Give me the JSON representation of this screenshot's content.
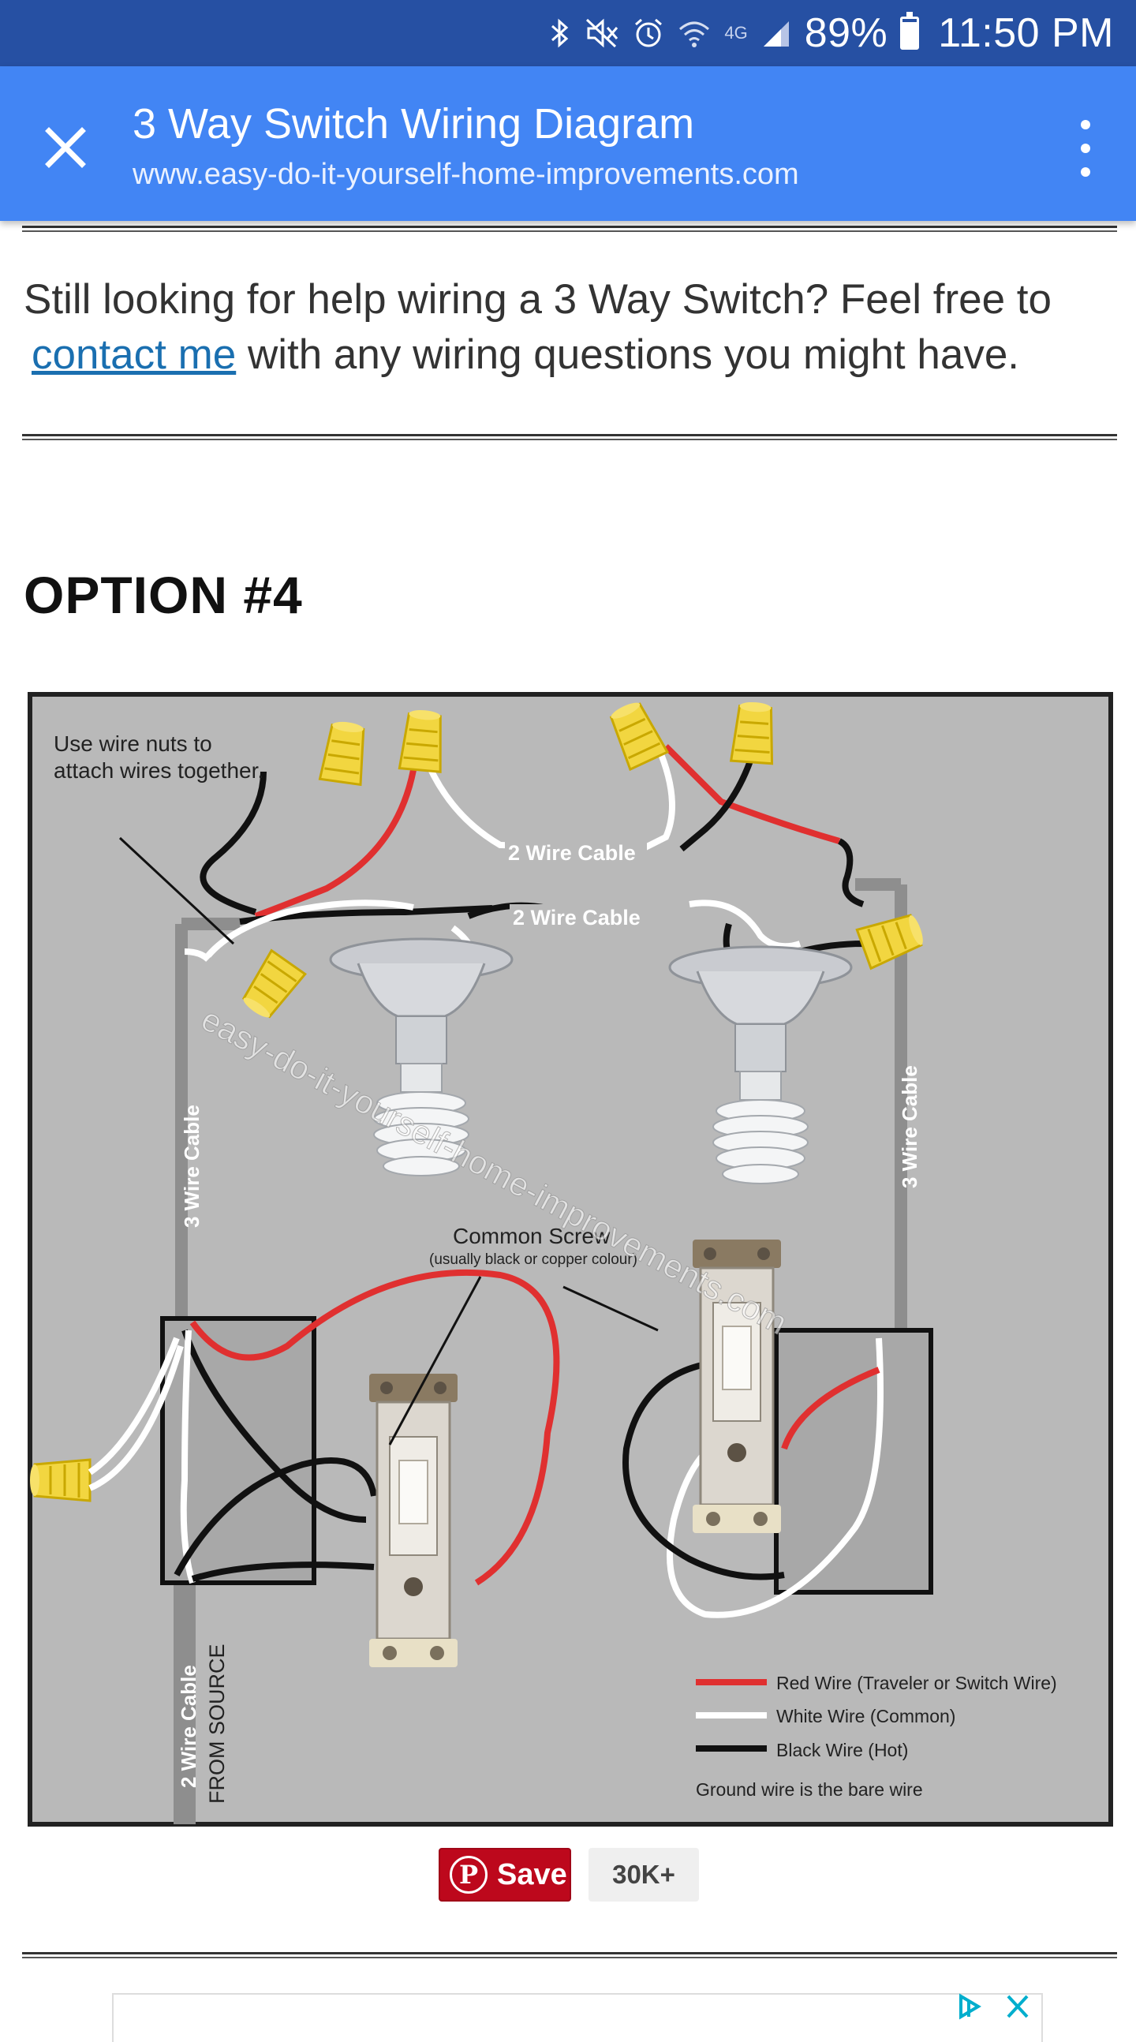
{
  "status_bar": {
    "battery_percent": "89%",
    "battery_level": 0.89,
    "time": "11:50 PM",
    "icons": [
      "bluetooth-icon",
      "mute-icon",
      "alarm-icon",
      "wifi-icon",
      "4g-lte-icon",
      "cell-signal-icon",
      "battery-icon"
    ],
    "network_label": "4G"
  },
  "app_bar": {
    "title": "3 Way Switch Wiring Diagram",
    "url": "www.easy-do-it-yourself-home-improvements.com",
    "close_icon": "close-icon",
    "menu_icon": "more-vert-icon"
  },
  "article": {
    "paragraph_before": "Still looking for help wiring a 3 Way Switch?  Feel free to",
    "link_text": "contact me",
    "paragraph_after": " with any wiring questions you might have.",
    "heading": "OPTION #4"
  },
  "diagram": {
    "callout_nuts": [
      "Use wire nuts to",
      "attach wires together."
    ],
    "cable_top_1": "2 Wire Cable",
    "cable_top_2": "2 Wire Cable",
    "cable_left": "3 Wire Cable",
    "cable_right": "3 Wire Cable",
    "cable_bottom": "2 Wire Cable",
    "from_source": "FROM SOURCE",
    "common_screw": "Common Screw",
    "common_screw_note": "(usually black or copper colour)",
    "watermark": "easy-do-it-yourself-home-improvements.com",
    "legend": [
      {
        "color": "#e03030",
        "label": "Red Wire (Traveler or Switch Wire)"
      },
      {
        "color": "#ffffff",
        "label": "White Wire (Common)"
      },
      {
        "color": "#111111",
        "label": "Black Wire (Hot)"
      }
    ],
    "ground_note": "Ground wire is the bare wire",
    "colors": {
      "background": "#b9b9b9",
      "wire_nut": "#f2d640",
      "box": "#a8a8a8"
    }
  },
  "pinterest": {
    "save_label": "Save",
    "logo_glyph": "P",
    "count": "30K+"
  }
}
